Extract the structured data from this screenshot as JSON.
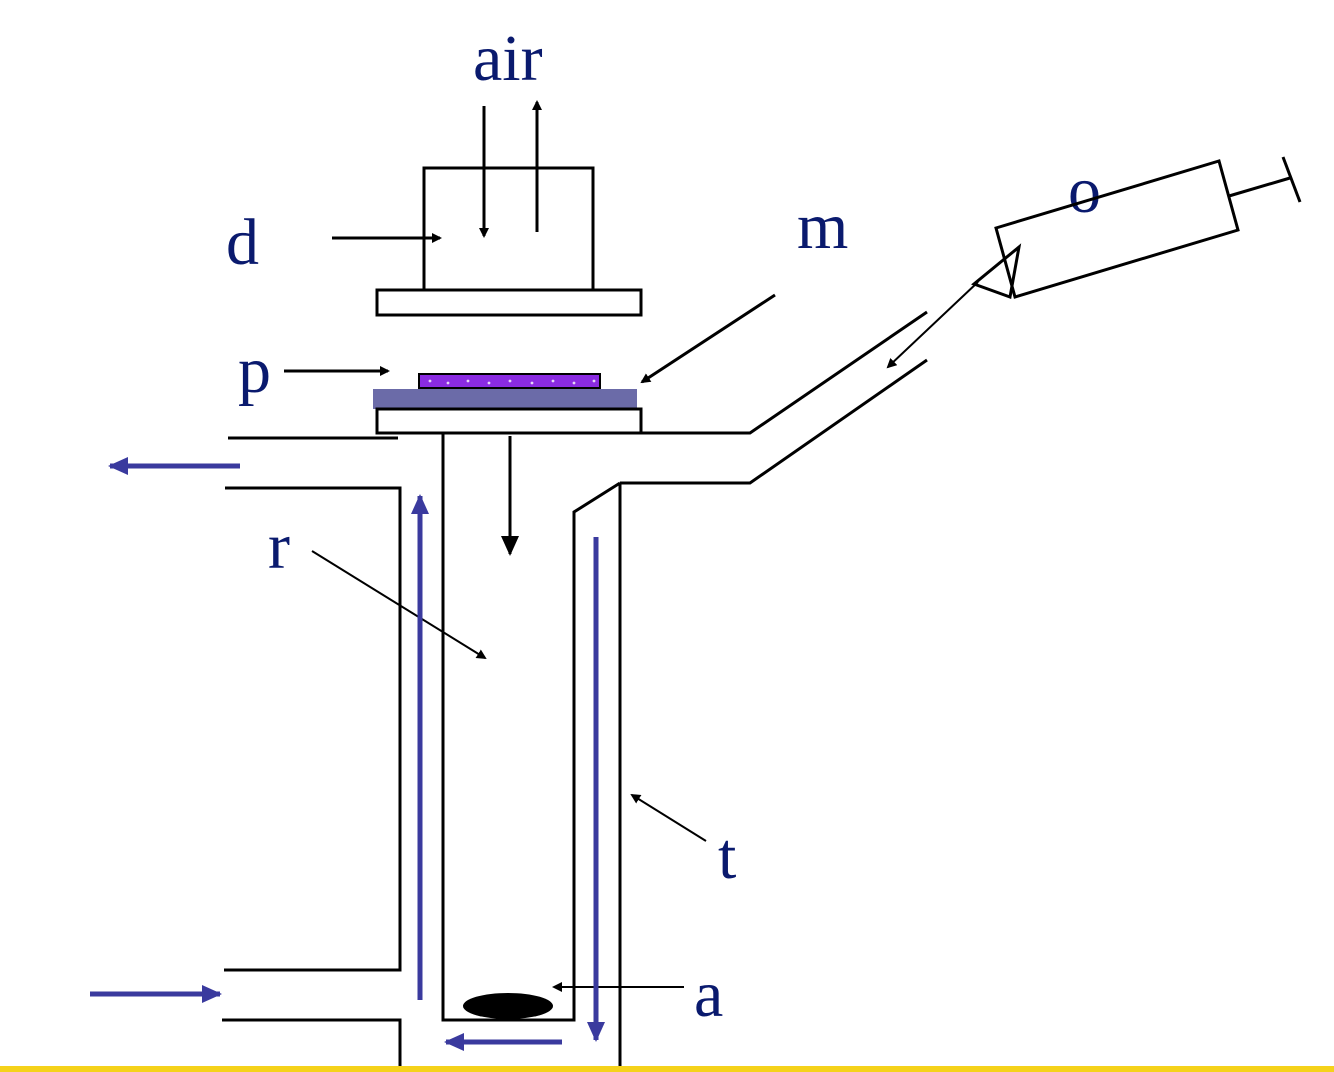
{
  "labels": {
    "air": "air",
    "d": "d",
    "m": "m",
    "o": "o",
    "p": "p",
    "r": "r",
    "t": "t",
    "a": "a"
  },
  "colors": {
    "label_text": "#0a1a6e",
    "flow_arrows": "#3a3a9e",
    "membrane": "#8a2be2",
    "plate": "#6b6ba8",
    "bottom_bar": "#f5d21a",
    "outline": "#000000"
  }
}
